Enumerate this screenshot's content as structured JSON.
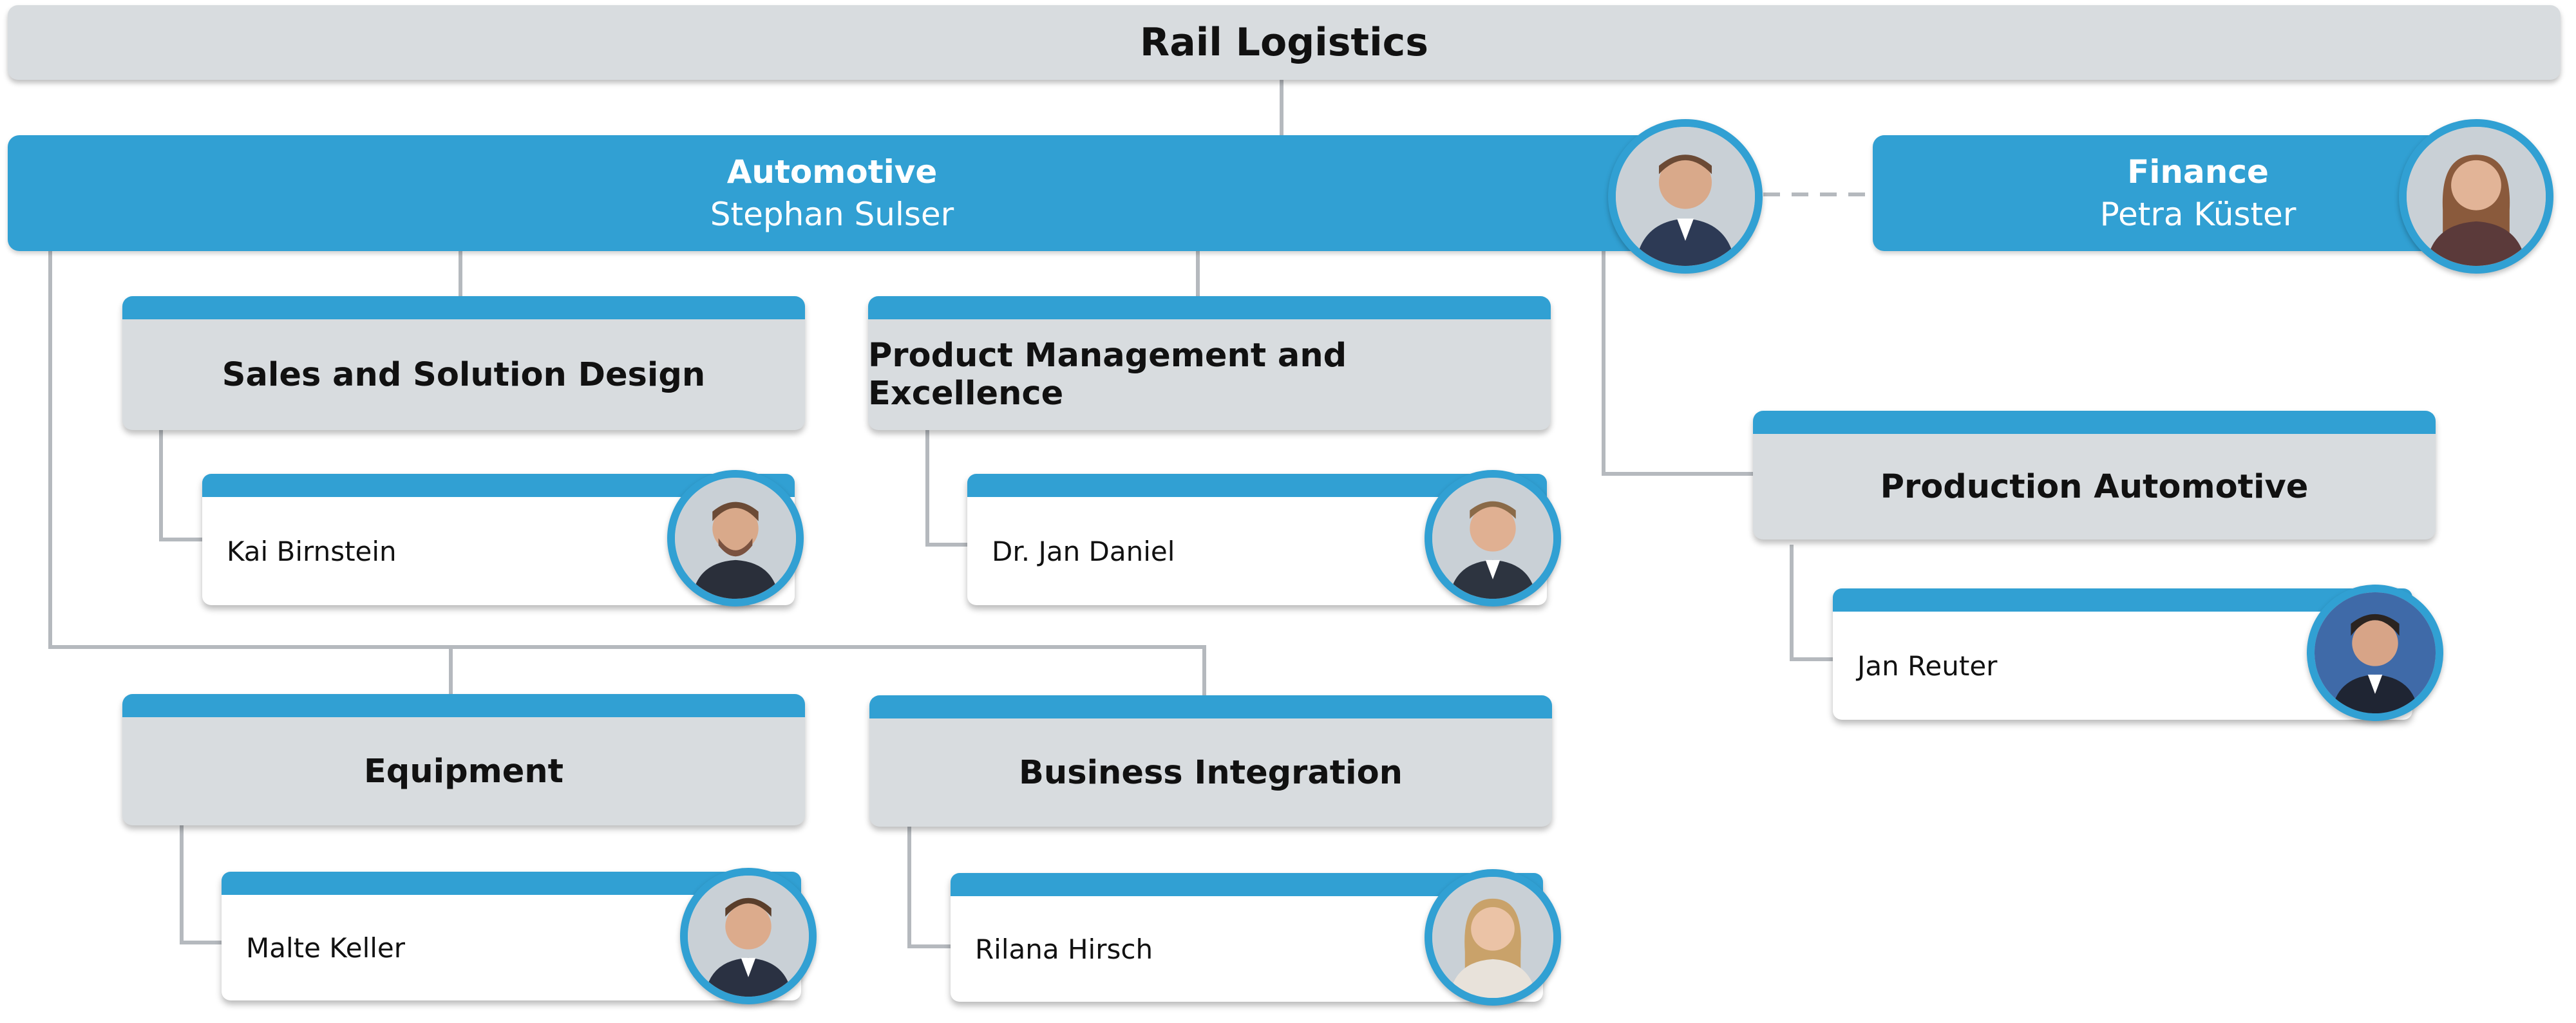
{
  "root": {
    "title": "Rail Logistics"
  },
  "automotive": {
    "title": "Automotive",
    "name": "Stephan Sulser"
  },
  "finance": {
    "title": "Finance",
    "name": "Petra Küster"
  },
  "departments": {
    "sales": {
      "title": "Sales and Solution Design",
      "lead": "Kai Birnstein"
    },
    "product": {
      "title": "Product Management and Excellence",
      "lead": "Dr. Jan Daniel"
    },
    "production": {
      "title": "Production Automotive",
      "lead": "Jan Reuter"
    },
    "equipment": {
      "title": "Equipment",
      "lead": "Malte Keller"
    },
    "business": {
      "title": "Business Integration",
      "lead": "Rilana Hirsch"
    }
  },
  "colors": {
    "accent": "#31a0d3",
    "box_grey": "#d8dcdf",
    "connector": "#b5b9be"
  }
}
